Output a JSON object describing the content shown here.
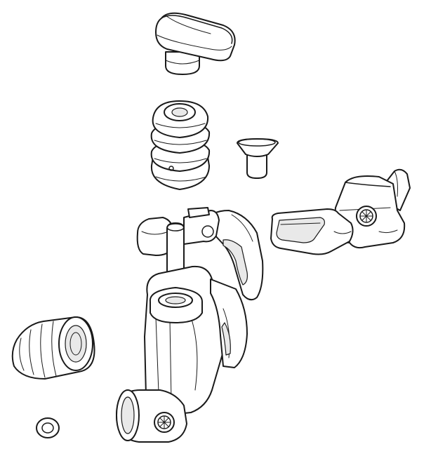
{
  "diagram": {
    "parts": [
      {
        "id": "knob"
      },
      {
        "id": "rubber-boot"
      },
      {
        "id": "countersunk-screw"
      },
      {
        "id": "lever-blade"
      },
      {
        "id": "lever-body"
      },
      {
        "id": "barrel-cap"
      },
      {
        "id": "washer"
      }
    ],
    "colors": {
      "line": "#1a1a1a",
      "fill": "#ffffff",
      "shade": "#e9e9e9"
    }
  }
}
